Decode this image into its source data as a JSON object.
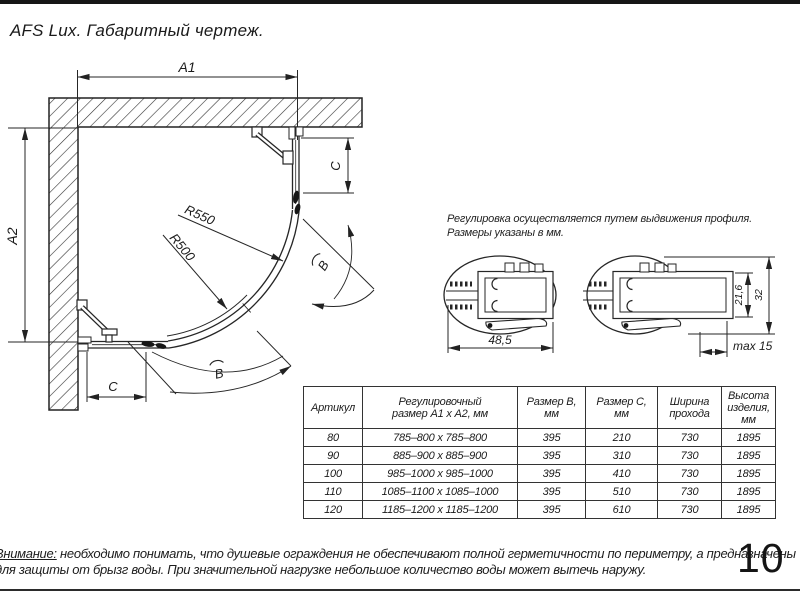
{
  "page": {
    "title": "AFS Lux. Габаритный чертеж.",
    "number": "10"
  },
  "drawing": {
    "labels": {
      "a1": "A1",
      "a2": "A2",
      "c": "C",
      "b": "B",
      "r550": "R550",
      "r500": "R500"
    }
  },
  "adjustment": {
    "note_line1": "Регулировка осуществляется путем выдвижения профиля.",
    "note_line2": "Размеры указаны в мм.",
    "dims": {
      "width": "48,5",
      "inner_height": "21,6",
      "full_height": "32",
      "max_extension": "max 15"
    }
  },
  "table": {
    "headers": [
      "Артикул",
      "Регулировочный\nразмер А1 х А2, мм",
      "Размер В,\nмм",
      "Размер С,\nмм",
      "Ширина\nпрохода",
      "Высота\nизделия,\nмм"
    ],
    "rows": [
      [
        "80",
        "785–800 х 785–800",
        "395",
        "210",
        "730",
        "1895"
      ],
      [
        "90",
        "885–900 х 885–900",
        "395",
        "310",
        "730",
        "1895"
      ],
      [
        "100",
        "985–1000 х 985–1000",
        "395",
        "410",
        "730",
        "1895"
      ],
      [
        "110",
        "1085–1100 х 1085–1000",
        "395",
        "510",
        "730",
        "1895"
      ],
      [
        "120",
        "1185–1200 х 1185–1200",
        "395",
        "610",
        "730",
        "1895"
      ]
    ]
  },
  "footnote": {
    "warn": "Внимание:",
    "line1_rest": " необходимо понимать, что душевые ограждения не обеспечивают полной герметичности по периметру, а предназначены",
    "line2": "для защиты от брызг воды. При значительной нагрузке небольшое количество воды может вытечь наружу."
  }
}
